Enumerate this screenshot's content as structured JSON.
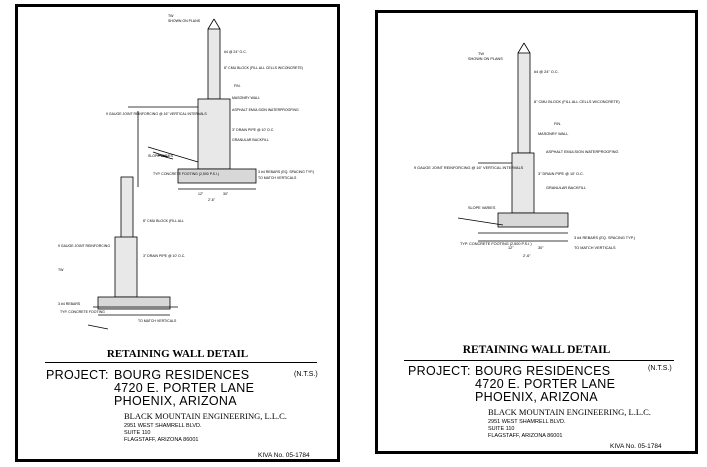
{
  "sheets": [
    {
      "title": "RETAINING WALL DETAIL",
      "nts": "(N.T.S.)",
      "project_label": "PROJECT:",
      "project_lines": [
        "BOURG RESIDENCES",
        "4720 E. PORTER LANE",
        "PHOENIX, ARIZONA"
      ],
      "firm": "BLACK MOUNTAIN ENGINEERING, L.L.C.",
      "address_lines": [
        "2951 WEST SHAMRELL BLVD.",
        "SUITE 110",
        "FLAGSTAFF, ARIZONA 86001"
      ],
      "kiva": "KIVA No. 05-1784"
    },
    {
      "title": "RETAINING WALL DETAIL",
      "nts": "(N.T.S.)",
      "project_label": "PROJECT:",
      "project_lines": [
        "BOURG RESIDENCES",
        "4720 E. PORTER LANE",
        "PHOENIX, ARIZONA"
      ],
      "firm": "BLACK MOUNTAIN ENGINEERING, L.L.C.",
      "address_lines": [
        "2951 WEST SHAMRELL BLVD.",
        "SUITE 110",
        "FLAGSTAFF, ARIZONA 86001"
      ],
      "kiva": "KIVA No. 05-1784"
    }
  ],
  "drawing_notes": {
    "shown_on_plans": "SHOWN ON PLANS",
    "rebar_24": "#4 @ 24\" O.C.",
    "block": "8\" CMU BLOCK (FILL ALL CELLS W/CONCRETE)",
    "masonry_wall": "MASONRY WALL",
    "asphalt": "ASPHALT EMULSION WATERPROOFING",
    "drain": "3\" DRAIN PIPE @ 10' O.C.",
    "gravel": "GRANULAR BACKFILL",
    "joint": "9 GAUGE JOINT REINFORCING @ 16\" VERTICAL INTERVALS",
    "footing": "TYP. CONCRETE FOOTING (2,500 P.S.I.)",
    "bars": "3 #4 REBARS (EQ. SPACING TYP.)",
    "verticals": "TO MATCH VERTICALS",
    "slope": "SLOPE VARIES",
    "fin": "FIN.",
    "dim_12": "12\"",
    "dim_30": "30\"",
    "dim_2_6": "2'-6\""
  }
}
